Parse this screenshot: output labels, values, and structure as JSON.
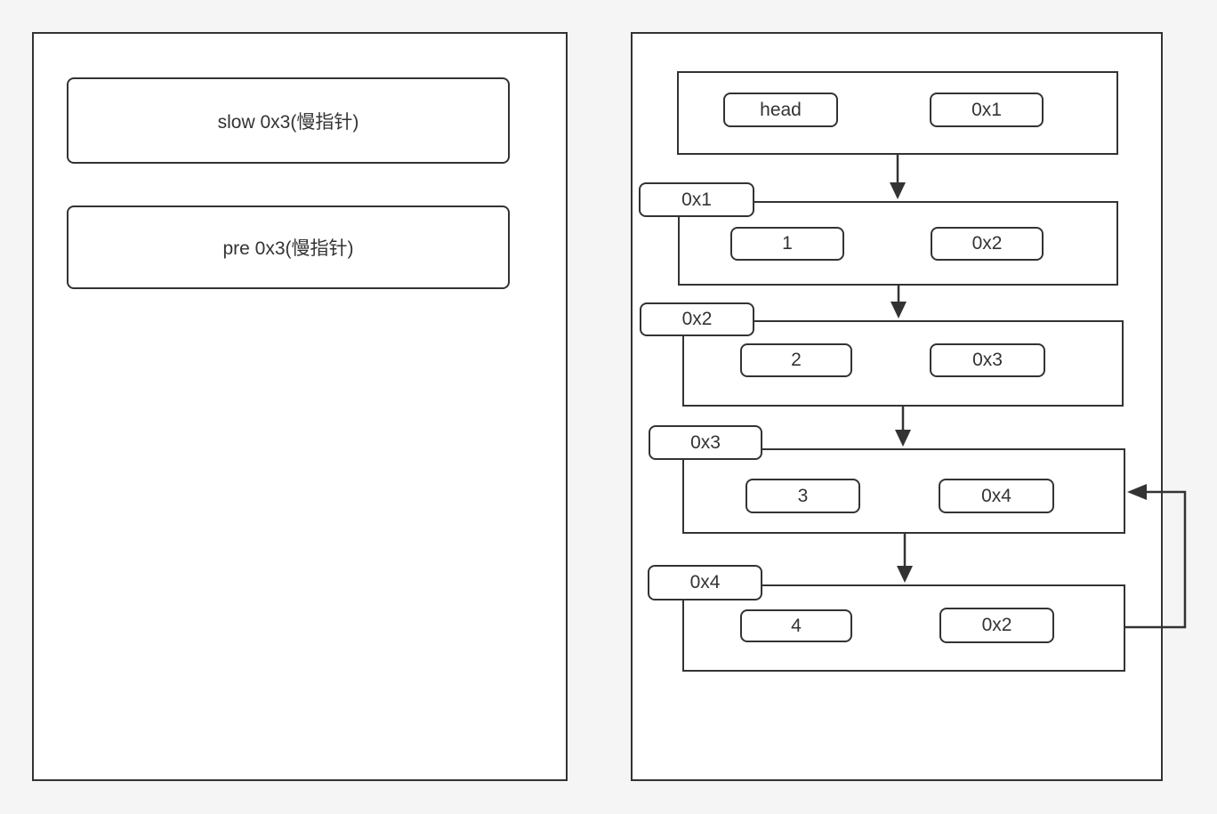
{
  "pointer_panel": {
    "boxes": [
      {
        "label": "slow 0x3(慢指针)"
      },
      {
        "label": "pre 0x3(慢指针)"
      }
    ]
  },
  "list_panel": {
    "nodes": [
      {
        "tab": "",
        "value": "head",
        "next": "0x1"
      },
      {
        "tab": "0x1",
        "value": "1",
        "next": "0x2"
      },
      {
        "tab": "0x2",
        "value": "2",
        "next": "0x3"
      },
      {
        "tab": "0x3",
        "value": "3",
        "next": "0x4"
      },
      {
        "tab": "0x4",
        "value": "4",
        "next": "0x2"
      }
    ],
    "edges": [
      {
        "from": "head",
        "to": "0x1",
        "style": "down"
      },
      {
        "from": "0x1",
        "to": "0x2",
        "style": "down"
      },
      {
        "from": "0x2",
        "to": "0x3",
        "style": "down"
      },
      {
        "from": "0x3",
        "to": "0x4",
        "style": "down"
      },
      {
        "from": "0x4",
        "to": "0x3",
        "style": "loop-right"
      }
    ]
  },
  "colors": {
    "background": "#f5f5f5",
    "shape_fill": "#ffffff",
    "line": "#333333",
    "text": "#333333"
  }
}
